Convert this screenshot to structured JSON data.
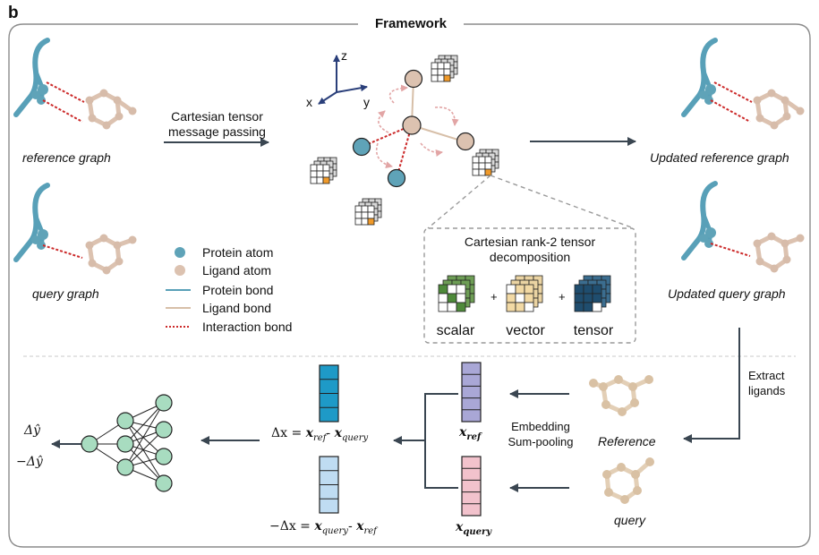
{
  "panel_letter": "b",
  "title": "Framework",
  "graphs": {
    "reference": "reference graph",
    "query": "query graph",
    "updated_reference": "Updated reference graph",
    "updated_query": "Updated query graph"
  },
  "message_passing": {
    "line1": "Cartesian tensor",
    "line2": "message passing"
  },
  "axes": {
    "z": "z",
    "x": "x",
    "y": "y"
  },
  "legend": [
    {
      "label": "Protein atom",
      "color": "#5fa3b8"
    },
    {
      "label": "Ligand atom",
      "color": "#dcc2b0"
    },
    {
      "label": "Protein bond",
      "color": "#58a0b8"
    },
    {
      "label": "Ligand bond",
      "color": "#d7bfa8"
    },
    {
      "label": "Interaction bond",
      "color": "#cc2a2a"
    }
  ],
  "decomposition": {
    "title_line1": "Cartesian rank-2  tensor",
    "title_line2": "decomposition",
    "parts": [
      "scalar",
      "vector",
      "tensor"
    ],
    "plus": "+"
  },
  "extract": {
    "line1": "Extract",
    "line2": "ligands"
  },
  "ligands": {
    "reference": "Reference",
    "query": "query"
  },
  "pooling": {
    "line1": "Embedding",
    "line2": "Sum-pooling"
  },
  "embeddings": {
    "x_ref": {
      "base": "x",
      "sub": "ref"
    },
    "x_query": {
      "base": "x",
      "sub": "query"
    }
  },
  "delta": {
    "pos": {
      "lhs": "Δx = ",
      "a": "x",
      "a_sub": "ref",
      "mid": "- ",
      "b": "x",
      "b_sub": "query"
    },
    "neg": {
      "lhs": "−Δx = ",
      "a": "x",
      "a_sub": "query",
      "mid": "- ",
      "b": "x",
      "b_sub": "ref"
    }
  },
  "outputs": {
    "pos": "Δŷ",
    "neg": "−Δŷ"
  },
  "colors": {
    "protein": "#5fa3b8",
    "ligand": "#dcc2b0",
    "interaction": "#cc2a2a",
    "arrow": "#3a4651",
    "frame": "#8c8c8c",
    "node": "#a8dcc0",
    "emb_ref": "#a9a7d6",
    "emb_query": "#f2c2cc",
    "delta_pos": "#1e9ac7",
    "delta_neg": "#bfdcf2",
    "scalar_cell": "#4e8a3a",
    "vector_cell": "#f2d9a4",
    "tensor_cell": "#1f4d6e",
    "orange_cell": "#f09a2a"
  }
}
